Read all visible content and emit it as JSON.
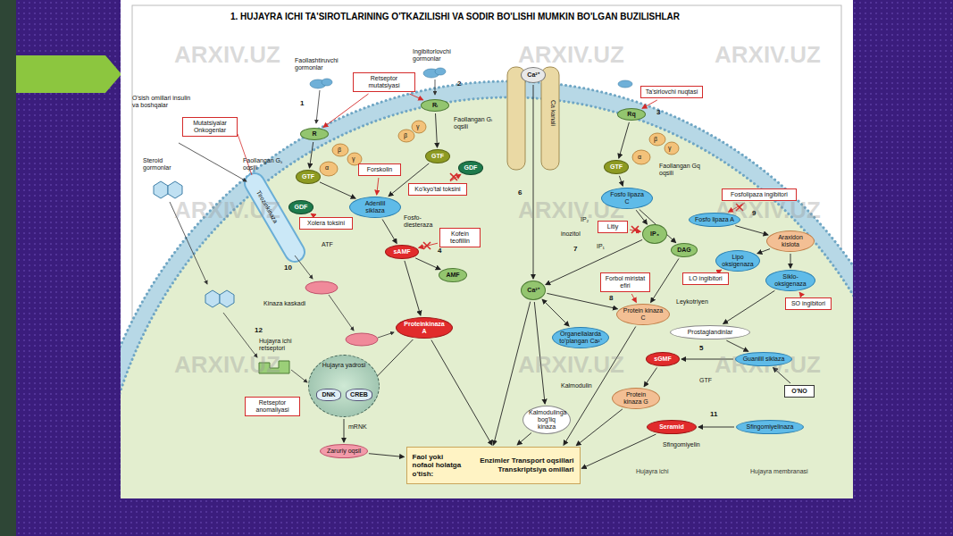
{
  "diagram": {
    "title": "1. HUJAYRA ICHI TA'SIROTLARINING O'TKAZILISHI VA SODIR BO'LISHI MUMKIN BO'LGAN BUZILISHLAR",
    "nodes": [
      {
        "text": [
          "Retseptor mutatsiyasi"
        ]
      },
      {
        "text": [
          "R"
        ]
      },
      {
        "text": [
          "Rᵢ"
        ]
      },
      {
        "text": [
          "Mutatsiyalar Onkogenlar"
        ]
      },
      {
        "text": [
          "Forskolin"
        ]
      },
      {
        "text": [
          "GTF"
        ]
      },
      {
        "text": [
          "GTF"
        ]
      },
      {
        "text": [
          "GDF"
        ]
      },
      {
        "text": [
          "GDF"
        ]
      },
      {
        "text": [
          "Ko'kyo'tal toksini"
        ]
      },
      {
        "text": [
          "Adenilil siklaza"
        ]
      },
      {
        "text": [
          "Xolera toksini"
        ]
      },
      {
        "text": [
          "Kofein teofillin"
        ]
      },
      {
        "text": [
          "sAMF"
        ]
      },
      {
        "text": [
          "AMF"
        ]
      },
      {
        "text": [
          "Ca²⁺"
        ]
      },
      {
        "text": [
          "Ta'sirlovchi nuqtasi"
        ]
      },
      {
        "text": [
          "Rq"
        ]
      },
      {
        "text": [
          "GTF"
        ]
      },
      {
        "text": [
          "Fosfo lipaza C"
        ]
      },
      {
        "text": [
          "Fosfolipaza ingibitori"
        ]
      },
      {
        "text": [
          "Litiy"
        ]
      },
      {
        "text": [
          "Fosfo lipaza A"
        ]
      },
      {
        "text": [
          "IP₃"
        ]
      },
      {
        "text": [
          "DAG"
        ]
      },
      {
        "text": [
          "Araxidon kislota"
        ]
      },
      {
        "text": [
          "Lipo oksigenaza"
        ]
      },
      {
        "text": [
          "LO ingibitori"
        ]
      },
      {
        "text": [
          "Siklo-oksigenaza"
        ]
      },
      {
        "text": [
          "Forbol miristat efiri"
        ]
      },
      {
        "text": [
          "Ca²⁺"
        ]
      },
      {
        "text": [
          "SO ingibitori"
        ]
      },
      {
        "text": [
          "Protein kinaza C"
        ]
      },
      {
        "text": [
          "Proteinkinaza A"
        ]
      },
      {
        "text": [
          "Organellalarda to'plangan Ca²⁺"
        ]
      },
      {
        "text": [
          "Prostaglandinlar"
        ]
      },
      {
        "text": [
          "Hujayra yadrosi"
        ]
      },
      {
        "text": [
          "DNK"
        ],
        "in": 36
      },
      {
        "text": [
          "CREB"
        ],
        "in": 36
      },
      {
        "text": [
          "sGMF"
        ]
      },
      {
        "text": [
          "Guanilil siklaza"
        ]
      },
      {
        "text": [
          "O'NO"
        ]
      },
      {
        "text": [
          "Retseptor anomaliyasi"
        ]
      },
      {
        "text": [
          "Protein kinaza G"
        ]
      },
      {
        "text": [
          "Kalmodulinga bog'liq kinaza"
        ]
      },
      {
        "text": [
          "Seramid"
        ]
      },
      {
        "text": [
          "Sfingomiyelinaza"
        ]
      },
      {
        "text": [
          "Zaruriy oqsil"
        ]
      },
      {
        "text": [
          "Faol yoki nofaol holatga o'tish:",
          "Enzimler Transport oqsillari Transkriptsiya omillari"
        ]
      }
    ],
    "edges": [
      {
        "from": 0,
        "to": 1,
        "arrow": "to"
      },
      {
        "from": 0,
        "to": 2,
        "arrow": "to"
      },
      {
        "from": 1,
        "to": 5,
        "arrow": "to"
      },
      {
        "from": 2,
        "to": 6,
        "arrow": "to"
      },
      {
        "from": 5,
        "to": 10,
        "arrow": "to"
      },
      {
        "from": 6,
        "to": 10,
        "arrow": "to"
      },
      {
        "from": 4,
        "to": 10,
        "arrow": "to"
      },
      {
        "from": 11,
        "to": 8,
        "arrow": "to"
      },
      {
        "from": 9,
        "to": 7,
        "arrow": "to"
      },
      {
        "from": 10,
        "to": 13,
        "arrow": "to"
      },
      {
        "from": 13,
        "to": 14,
        "arrow": "to"
      },
      {
        "from": 12,
        "to": 13,
        "arrow": "to"
      },
      {
        "from": 13,
        "to": 33,
        "arrow": "to"
      },
      {
        "from": 33,
        "to": 38,
        "arrow": "to"
      },
      {
        "from": 33,
        "to": 48,
        "arrow": "to"
      },
      {
        "from": 36,
        "to": 47,
        "arrow": "to"
      },
      {
        "from": 47,
        "to": 48,
        "arrow": "to"
      },
      {
        "from": 15,
        "to": 30,
        "arrow": "to"
      },
      {
        "from": 30,
        "to": 48,
        "arrow": "to"
      },
      {
        "from": 16,
        "to": 17,
        "arrow": "to"
      },
      {
        "from": 17,
        "to": 18,
        "arrow": "to"
      },
      {
        "from": 18,
        "to": 19,
        "arrow": "to"
      },
      {
        "from": 19,
        "to": 23,
        "arrow": "to"
      },
      {
        "from": 19,
        "to": 24,
        "arrow": "to"
      },
      {
        "from": 21,
        "to": 23,
        "arrow": "to"
      },
      {
        "from": 23,
        "to": 30,
        "arrow": "to"
      },
      {
        "from": 24,
        "to": 32,
        "arrow": "to"
      },
      {
        "from": 29,
        "to": 32,
        "arrow": "to"
      },
      {
        "from": 30,
        "to": 32,
        "arrow": "to"
      },
      {
        "from": 30,
        "to": 34,
        "arrow": "both"
      },
      {
        "from": 30,
        "to": 44,
        "arrow": "to"
      },
      {
        "from": 44,
        "to": 48,
        "arrow": "to"
      },
      {
        "from": 32,
        "to": 48,
        "arrow": "to"
      },
      {
        "from": 20,
        "to": 22,
        "arrow": "to"
      },
      {
        "from": 22,
        "to": 25,
        "arrow": "to"
      },
      {
        "from": 25,
        "to": 26,
        "arrow": "to"
      },
      {
        "from": 25,
        "to": 28,
        "arrow": "to"
      },
      {
        "from": 27,
        "to": 26,
        "arrow": "to"
      },
      {
        "from": 31,
        "to": 28,
        "arrow": "to"
      },
      {
        "from": 28,
        "to": 35,
        "arrow": "to"
      },
      {
        "from": 35,
        "to": 40,
        "arrow": "to"
      },
      {
        "from": 41,
        "to": 40,
        "arrow": "to"
      },
      {
        "from": 40,
        "to": 39,
        "arrow": "to"
      },
      {
        "from": 39,
        "to": 43,
        "arrow": "to"
      },
      {
        "from": 43,
        "to": 48,
        "arrow": "to"
      },
      {
        "from": 46,
        "to": 45,
        "arrow": "to"
      },
      {
        "from": 45,
        "to": 48,
        "arrow": "to"
      }
    ],
    "labels": [
      "ARXIV.UZ",
      "ARXIV.UZ",
      "ARXIV.UZ",
      "ARXIV.UZ",
      "ARXIV.UZ",
      "ARXIV.UZ",
      "ARXIV.UZ",
      "ARXIV.UZ",
      "ARXIV.UZ",
      "O'sish omillari insulin va boshqalar",
      "Steroid gormonlar",
      "Faollashtiruvchi gormonlar",
      "Ingibitorlovchi gormonlar",
      "1",
      "2",
      "3",
      "Faollangan Gₛ oqsili",
      "Faollangan Gᵢ oqsili",
      "Faollangan Gq oqsili",
      "Tirozinkinaza",
      "Fosfo-diesteraza",
      "ATF",
      "4",
      "10",
      "Kinaza kaskadi",
      "12",
      "Hujayra ichi retseptori",
      "mRNK",
      "Ca kanali",
      "6",
      "inozitol",
      "IP₂",
      "IP₁",
      "7",
      "8",
      "9",
      "Leykotriyen",
      "5",
      "GTF",
      "Kalmodulin",
      "11",
      "Sfingomiyelin",
      "Hujayra ichi",
      "Hujayra membranasi",
      "α",
      "β",
      "γ",
      "β",
      "γ",
      "α",
      "β",
      "γ"
    ]
  }
}
